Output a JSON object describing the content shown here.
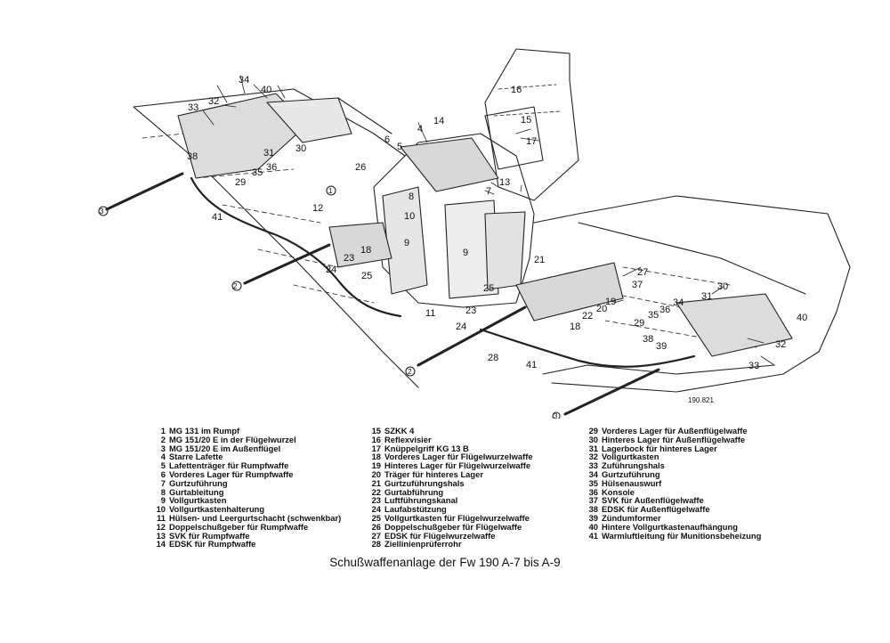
{
  "diagram": {
    "serial": "190.821",
    "callouts": [
      "1",
      "2",
      "3",
      "4",
      "5",
      "6",
      "7",
      "8",
      "9",
      "10",
      "11",
      "12",
      "13",
      "14",
      "15",
      "16",
      "17",
      "18",
      "19",
      "20",
      "21",
      "22",
      "23",
      "24",
      "25",
      "26",
      "27",
      "28",
      "29",
      "30",
      "31",
      "32",
      "33",
      "34",
      "35",
      "36",
      "37",
      "38",
      "39",
      "40",
      "41"
    ]
  },
  "legend": {
    "col1": [
      {
        "num": "1",
        "text": "MG 131 im Rumpf"
      },
      {
        "num": "2",
        "text": "MG 151/20 E in der Flügelwurzel"
      },
      {
        "num": "3",
        "text": "MG 151/20 E im Außenflügel"
      },
      {
        "num": "4",
        "text": "Starre Lafette"
      },
      {
        "num": "5",
        "text": "Lafettenträger für Rumpfwaffe"
      },
      {
        "num": "6",
        "text": "Vorderes Lager für Rumpfwaffe"
      },
      {
        "num": "7",
        "text": "Gurtzuführung"
      },
      {
        "num": "8",
        "text": "Gurtableitung"
      },
      {
        "num": "9",
        "text": "Vollgurtkasten"
      },
      {
        "num": "10",
        "text": "Vollgurtkastenhalterung"
      },
      {
        "num": "11",
        "text": "Hülsen- und Leergurtschacht (schwenkbar)"
      },
      {
        "num": "12",
        "text": "Doppelschußgeber für Rumpfwaffe"
      },
      {
        "num": "13",
        "text": "SVK für Rumpfwaffe"
      },
      {
        "num": "14",
        "text": "EDSK für Rumpfwaffe"
      }
    ],
    "col2": [
      {
        "num": "15",
        "text": "SZKK 4"
      },
      {
        "num": "16",
        "text": "Reflexvisier"
      },
      {
        "num": "17",
        "text": "Knüppelgriff KG 13 B"
      },
      {
        "num": "18",
        "text": "Vorderes Lager für Flügelwurzelwaffe"
      },
      {
        "num": "19",
        "text": "Hinteres Lager für Flügelwurzelwaffe"
      },
      {
        "num": "20",
        "text": "Träger für hinteres Lager"
      },
      {
        "num": "21",
        "text": "Gurtzuführungshals"
      },
      {
        "num": "22",
        "text": "Gurtabführung"
      },
      {
        "num": "23",
        "text": "Luftführungskanal"
      },
      {
        "num": "24",
        "text": "Laufabstützung"
      },
      {
        "num": "25",
        "text": "Vollgurtkasten für Flügelwurzelwaffe"
      },
      {
        "num": "26",
        "text": "Doppelschußgeber für Flügelwaffe"
      },
      {
        "num": "27",
        "text": "EDSK für Flügelwurzelwaffe"
      },
      {
        "num": "28",
        "text": "Ziellinienprüferrohr"
      }
    ],
    "col3": [
      {
        "num": "29",
        "text": "Vorderes Lager für Außenflügelwaffe"
      },
      {
        "num": "30",
        "text": "Hinteres Lager für Außenflügelwaffe"
      },
      {
        "num": "31",
        "text": "Lagerbock für hinteres Lager"
      },
      {
        "num": "32",
        "text": "Vollgurtkasten"
      },
      {
        "num": "33",
        "text": "Zuführungshals"
      },
      {
        "num": "34",
        "text": "Gurtzuführung"
      },
      {
        "num": "35",
        "text": "Hülsenauswurf"
      },
      {
        "num": "36",
        "text": "Konsole"
      },
      {
        "num": "37",
        "text": "SVK für Außenflügelwaffe"
      },
      {
        "num": "38",
        "text": "EDSK für Außenflügelwaffe"
      },
      {
        "num": "39",
        "text": "Zündumformer"
      },
      {
        "num": "40",
        "text": "Hintere Vollgurtkastenaufhängung"
      },
      {
        "num": "41",
        "text": "Warmluftleitung für Munitionsbeheizung"
      }
    ]
  },
  "caption": "Schußwaffenanlage der Fw 190 A-7 bis A-9"
}
